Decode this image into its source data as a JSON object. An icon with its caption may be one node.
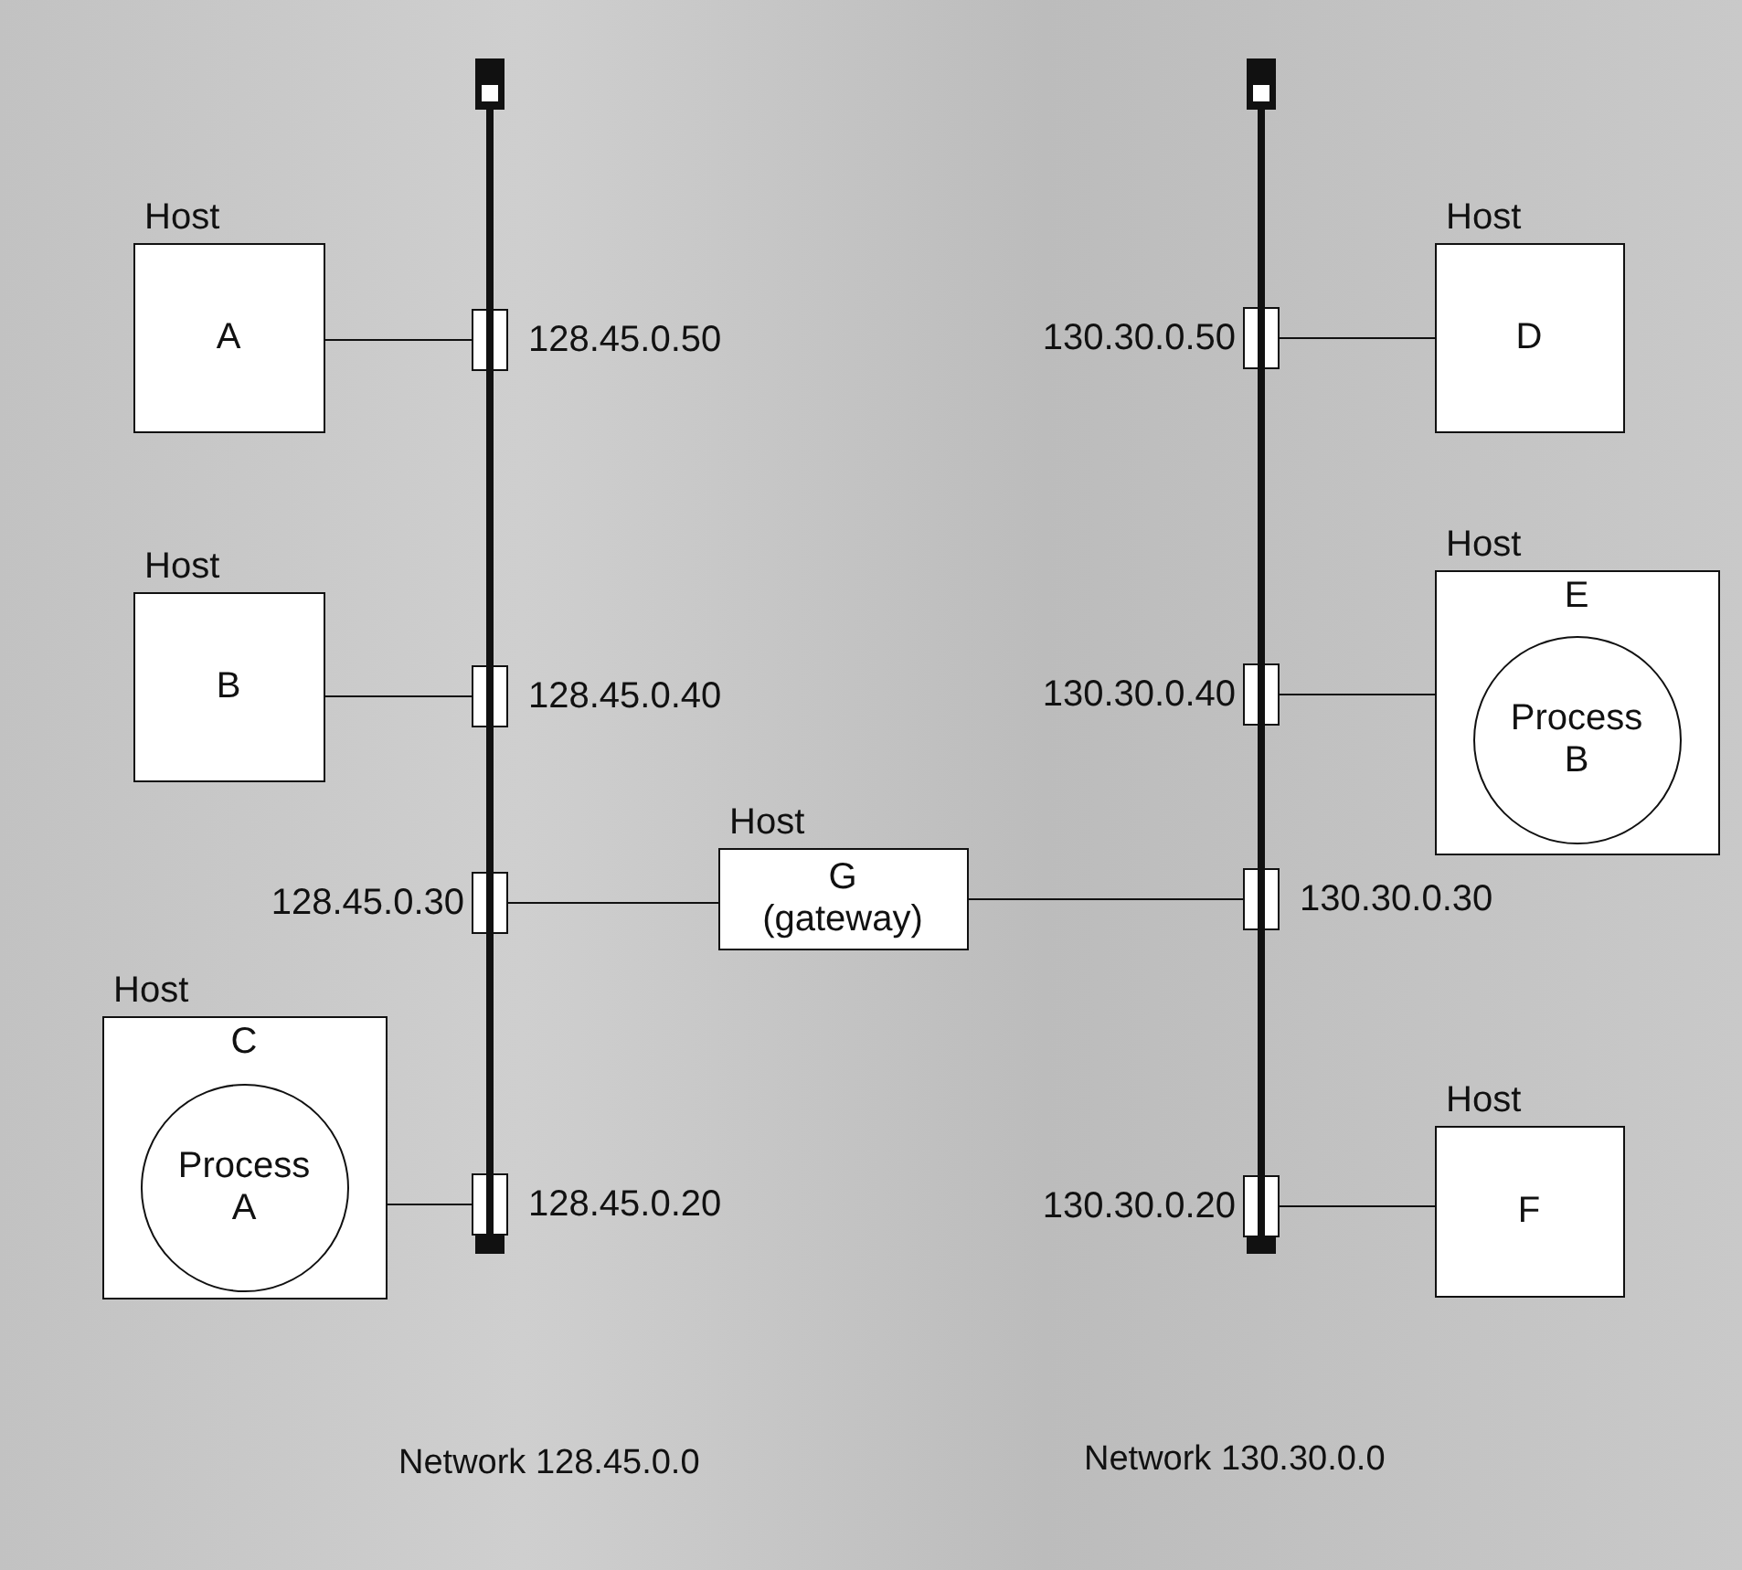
{
  "diagram": {
    "nodes": [
      {
        "text": [
          "Host",
          "A"
        ]
      },
      {
        "text": [],
        "shape": "box",
        "beside": [
          "128.45.0.50"
        ]
      },
      {
        "text": [],
        "shape": "box",
        "beside": [
          "130.30.0.50"
        ]
      },
      {
        "text": [
          "Host",
          "D"
        ]
      },
      {
        "text": [
          "Host",
          "B"
        ]
      },
      {
        "text": [],
        "shape": "box",
        "beside": [
          "128.45.0.40"
        ]
      },
      {
        "text": [],
        "shape": "box",
        "beside": [
          "130.30.0.40"
        ]
      },
      {
        "text": [
          "Host",
          "E"
        ]
      },
      {
        "text": [
          "Process B"
        ],
        "in": 7
      },
      {
        "text": [],
        "shape": "box",
        "beside": [
          "128.45.0.30"
        ]
      },
      {
        "text": [
          "Host",
          "G (gateway)"
        ]
      },
      {
        "text": [],
        "shape": "box",
        "beside": [
          "130.30.0.30"
        ]
      },
      {
        "text": [
          "Host",
          "C"
        ]
      },
      {
        "text": [
          "Process A"
        ],
        "in": 12
      },
      {
        "text": [],
        "shape": "box",
        "beside": [
          "128.45.0.20"
        ]
      },
      {
        "text": [],
        "shape": "box",
        "beside": [
          "130.30.0.20"
        ]
      },
      {
        "text": [
          "Host",
          "F"
        ]
      }
    ],
    "edges": [
      {
        "from": 0,
        "to": 1,
        "arrow": "none"
      },
      {
        "from": 2,
        "to": 3,
        "arrow": "none"
      },
      {
        "from": 4,
        "to": 5,
        "arrow": "none"
      },
      {
        "from": 6,
        "to": 7,
        "arrow": "none"
      },
      {
        "from": 9,
        "to": 10,
        "arrow": "none"
      },
      {
        "from": 10,
        "to": 11,
        "arrow": "none"
      },
      {
        "from": 12,
        "to": 14,
        "arrow": "none"
      },
      {
        "from": 15,
        "to": 16,
        "arrow": "none"
      }
    ],
    "labels": [
      "Network 128.45.0.0",
      "Network 130.30.0.0"
    ]
  }
}
